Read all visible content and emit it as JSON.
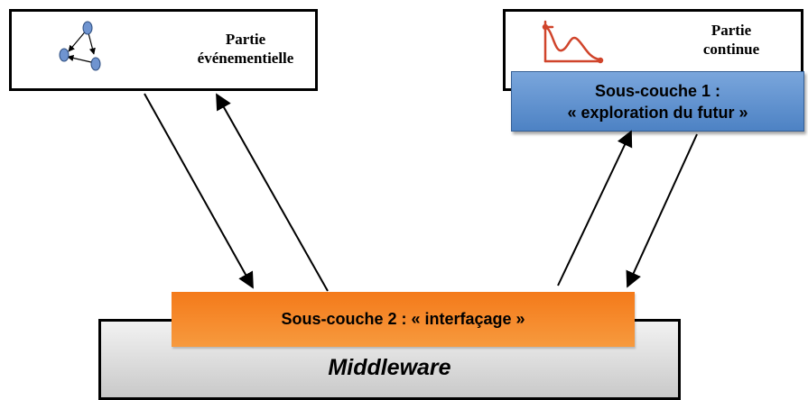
{
  "evenementielle": {
    "line1": "Partie",
    "line2": "événementielle"
  },
  "continue": {
    "line1": "Partie",
    "line2": "continue"
  },
  "sous_couche_1": {
    "line1": "Sous-couche 1 :",
    "line2": "« exploration du futur »"
  },
  "sous_couche_2": {
    "label": "Sous-couche 2 : « interfaçage »"
  },
  "middleware": {
    "label": "Middleware"
  },
  "colors": {
    "sous_couche_1": "#5b8fd0",
    "sous_couche_2": "#f5821f",
    "middleware": "#d9d9d9",
    "continuous_icon": "#d0442b",
    "event_icon": "#6f94d0"
  },
  "icons": [
    "state-graph-icon",
    "signal-plot-icon"
  ]
}
